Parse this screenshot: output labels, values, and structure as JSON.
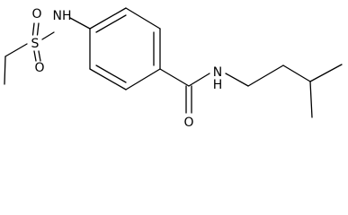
{
  "molecule": {
    "atoms": {
      "S": "S",
      "O_top": "O",
      "O_bottom": "O",
      "NH_sulfonamide": "NH",
      "O_carbonyl": "O",
      "NH_amide": "N",
      "H_amide": "H"
    }
  },
  "colors": {
    "background": "#ffffff",
    "bonds": "#000000",
    "atom_labels": "#000000"
  }
}
